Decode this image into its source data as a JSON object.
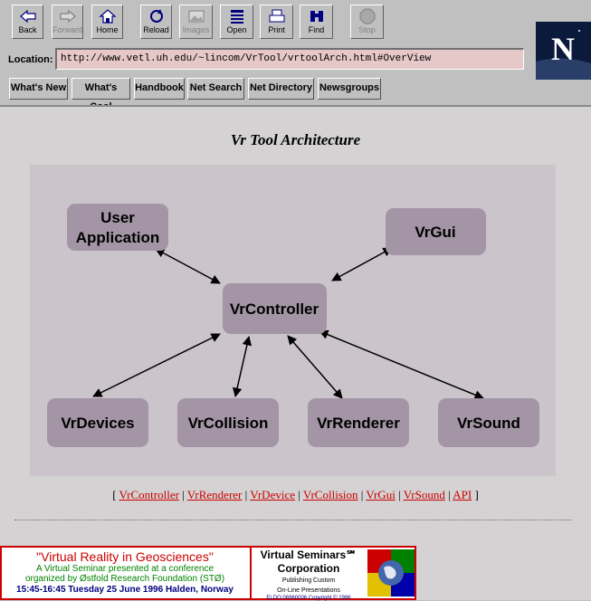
{
  "toolbar": {
    "buttons": [
      {
        "label": "Back",
        "icon": "back-arrow-icon"
      },
      {
        "label": "Forward",
        "icon": "forward-arrow-icon"
      },
      {
        "label": "Home",
        "icon": "home-icon"
      },
      {
        "label": "Reload",
        "icon": "reload-icon"
      },
      {
        "label": "Images",
        "icon": "images-icon"
      },
      {
        "label": "Open",
        "icon": "open-icon"
      },
      {
        "label": "Print",
        "icon": "printer-icon"
      },
      {
        "label": "Find",
        "icon": "binoculars-icon"
      },
      {
        "label": "Stop",
        "icon": "stop-icon"
      }
    ]
  },
  "location": {
    "label": "Location:",
    "url": "http://www.vetl.uh.edu/~lincom/VrTool/vrtoolArch.html#OverView"
  },
  "logo": {
    "letter": "N"
  },
  "directory": {
    "buttons": [
      "What's New",
      "What's Cool",
      "Handbook",
      "Net Search",
      "Net Directory",
      "Newsgroups"
    ]
  },
  "page": {
    "title": "Vr Tool Architecture",
    "diagram": {
      "nodes": {
        "user_app_1": "User",
        "user_app_2": "Application",
        "vrgui": "VrGui",
        "vrcontroller": "VrController",
        "vrdevices": "VrDevices",
        "vrcollision": "VrCollision",
        "vrrenderer": "VrRenderer",
        "vrsound": "VrSound"
      }
    },
    "links": {
      "open": "[",
      "close": "]",
      "sep": "|",
      "items": [
        "VrController",
        "VrRenderer",
        "VrDevice",
        "VrCollision",
        "VrGui",
        "VrSound",
        "API"
      ]
    }
  },
  "banner": {
    "title": "\"Virtual Reality in Geosciences\"",
    "line1": "A Virtual Seminar presented at a conference",
    "line2": "organized by Østfold Research Foundation (STØ)",
    "line3": "15:45-16:45 Tuesday 25 June 1996 Halden, Norway",
    "company1": "Virtual Seminars℠",
    "company2": "Corporation",
    "tag1": "Publishing Custom",
    "tag2": "On-Line Presentations",
    "copyright": "ELDO 06960006 Copyright © 1996"
  }
}
